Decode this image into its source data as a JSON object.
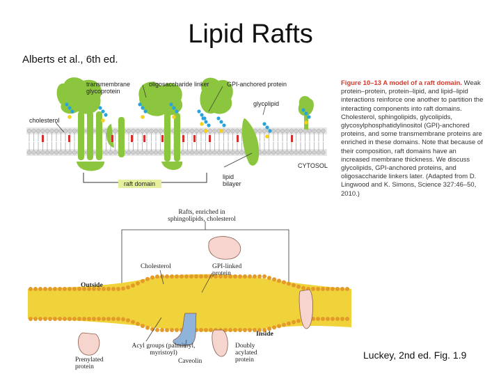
{
  "title": "Lipid Rafts",
  "ref_top": "Alberts et al., 6th ed.",
  "ref_bottom": "Luckey, 2nd ed. Fig. 1.9",
  "figure_top": {
    "caption_head": "Figure 10–13 A model of a raft domain.",
    "caption_body": "Weak protein–protein, protein–lipid, and lipid–lipid interactions reinforce one another to partition the interacting components into raft domains. Cholesterol, sphingolipids, glycolipids, glycosylphosphatidylinositol (GPI)-anchored proteins, and some transmembrane proteins are enriched in these domains. Note that because of their composition, raft domains have an increased membrane thickness. We discuss glycolipids, GPI-anchored proteins, and oligosaccharide linkers later. (Adapted from D. Lingwood and K. Simons, Science 327:46–50, 2010.)",
    "labels": {
      "transmembrane": "transmembrane glycoprotein",
      "oligo": "oligosaccharide linker",
      "gpi": "GPI-anchored protein",
      "glycolipid": "glycolipid",
      "cholesterol": "cholesterol",
      "cytosol": "CYTOSOL",
      "lipid_bilayer": "lipid bilayer",
      "raft_domain": "raft domain"
    }
  },
  "figure_bottom": {
    "labels": {
      "rafts": "Rafts, enriched in sphingolipids, cholesterol",
      "cholesterol": "Cholesterol",
      "gpi": "GPI-linked protein",
      "outside": "Outside",
      "inside": "Inside",
      "acyl": "Acyl groups (palmitoyl, myristoyl)",
      "prenylated": "Prenylated protein",
      "caveolin": "Caveolin",
      "doubly": "Doubly acylated protein"
    }
  },
  "colors": {
    "protein_green": "#8cc63f",
    "sugar_blue": "#29a3db",
    "gpi_yellow": "#f2d21c",
    "caption_red": "#d23b2e",
    "bilayer_yellow": "#f0d23a",
    "protein_pink": "#f6d5cf",
    "caveolin_blue": "#8fb3d9",
    "raft_label_bg": "#e6ef9e"
  }
}
